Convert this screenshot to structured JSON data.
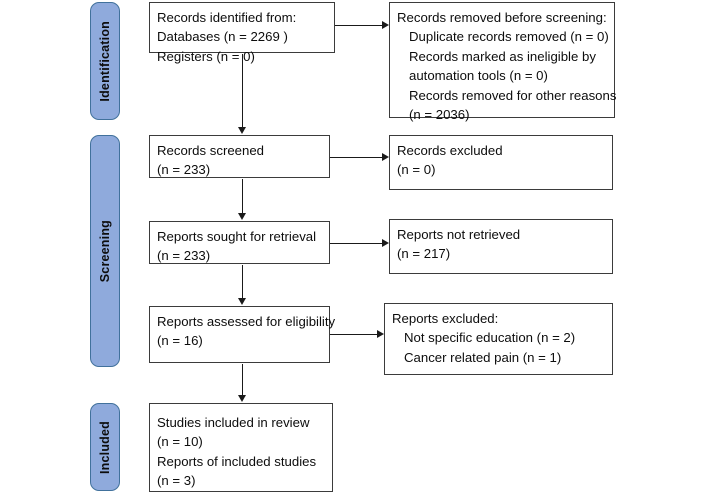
{
  "diagram": {
    "title": "PRISMA 2020 flow diagram",
    "accent_color": "#8FAADC",
    "accent_border_color": "#41719C",
    "box_border_color": "#3b3b3b",
    "connector_color": "#1a1a1a"
  },
  "stages": [
    {
      "id": "identification",
      "label": "Identification"
    },
    {
      "id": "screening",
      "label": "Screening"
    },
    {
      "id": "included",
      "label": "Included"
    }
  ],
  "nodes": {
    "records_identified": {
      "id": "records-identified",
      "lines": [
        {
          "text": "Records identified from:",
          "indent": false
        },
        {
          "text": "Databases (n = 2269 )",
          "indent": false
        },
        {
          "text": "Registers (n = 0)",
          "indent": false
        }
      ]
    },
    "records_removed": {
      "id": "records-removed-before-screening",
      "lines": [
        {
          "text": "Records removed before screening:",
          "indent": false
        },
        {
          "text": "Duplicate records removed  (n = 0)",
          "indent": true
        },
        {
          "text": "Records marked as ineligible by",
          "indent": true
        },
        {
          "text": "automation tools (n = 0)",
          "indent": true
        },
        {
          "text": "Records removed for other reasons",
          "indent": true
        },
        {
          "text": "(n = 2036)",
          "indent": true
        }
      ]
    },
    "records_screened": {
      "id": "records-screened",
      "lines": [
        {
          "text": "Records screened",
          "indent": false
        },
        {
          "text": "(n = 233)",
          "indent": false
        }
      ]
    },
    "records_excluded": {
      "id": "records-excluded",
      "lines": [
        {
          "text": "Records excluded",
          "indent": false
        },
        {
          "text": "(n = 0)",
          "indent": false
        }
      ]
    },
    "reports_sought": {
      "id": "reports-sought-for-retrieval",
      "lines": [
        {
          "text": "Reports sought for retrieval",
          "indent": false
        },
        {
          "text": "(n = 233)",
          "indent": false
        }
      ]
    },
    "reports_not_retrieved": {
      "id": "reports-not-retrieved",
      "lines": [
        {
          "text": "Reports not retrieved",
          "indent": false
        },
        {
          "text": "(n = 217)",
          "indent": false
        }
      ]
    },
    "reports_assessed": {
      "id": "reports-assessed-for-eligibility",
      "lines": [
        {
          "text": "Reports assessed for eligibility",
          "indent": false
        },
        {
          "text": "(n = 16)",
          "indent": false
        }
      ]
    },
    "reports_excluded": {
      "id": "reports-excluded",
      "lines": [
        {
          "text": "Reports excluded:",
          "indent": false
        },
        {
          "text": "Not specific education (n = 2)",
          "indent": true
        },
        {
          "text": "Cancer related pain (n = 1)",
          "indent": true
        }
      ]
    },
    "studies_included": {
      "id": "studies-included-in-review",
      "lines": [
        {
          "text": "Studies included in review",
          "indent": false
        },
        {
          "text": "(n = 10)",
          "indent": false
        },
        {
          "text": "Reports of included studies",
          "indent": false
        },
        {
          "text": "(n = 3)",
          "indent": false
        }
      ]
    }
  },
  "flow_data": {
    "records_identified_databases": 2269,
    "records_identified_registers": 0,
    "duplicate_records_removed": 0,
    "records_ineligible_automation": 0,
    "records_removed_other_reasons": 2036,
    "records_screened": 233,
    "records_excluded": 0,
    "reports_sought_for_retrieval": 233,
    "reports_not_retrieved": 217,
    "reports_assessed_for_eligibility": 16,
    "reports_excluded_not_specific_education": 2,
    "reports_excluded_cancer_related_pain": 1,
    "studies_included_in_review": 10,
    "reports_of_included_studies": 3
  }
}
